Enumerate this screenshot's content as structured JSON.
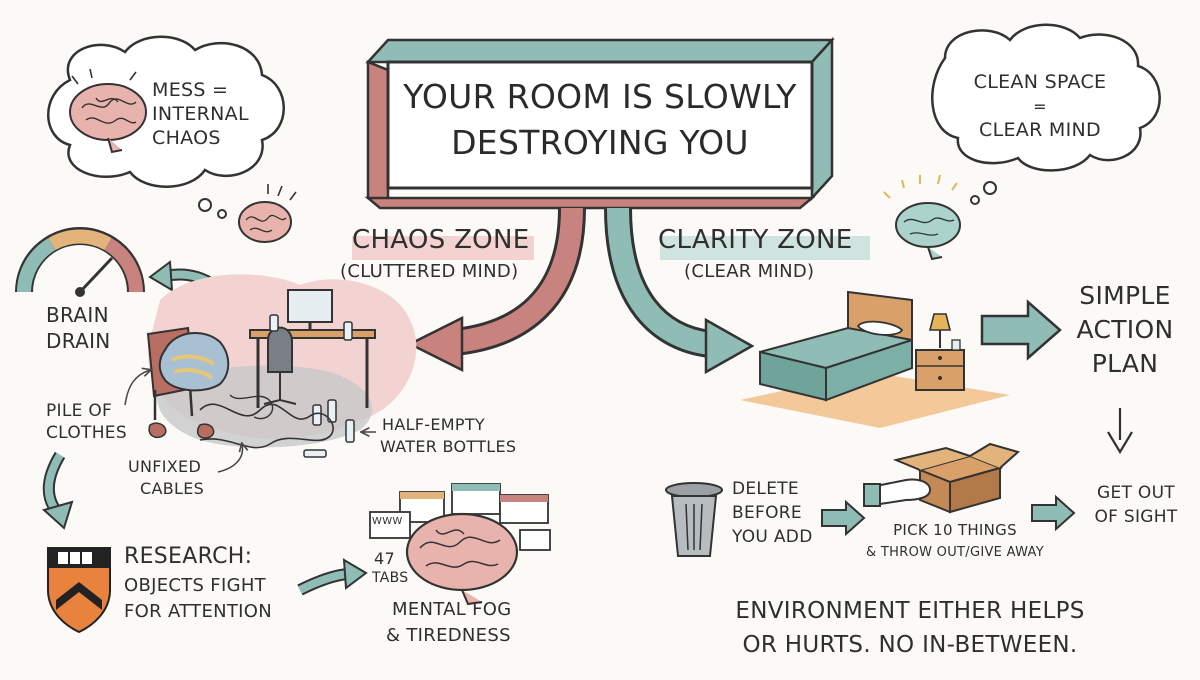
{
  "title": {
    "line1": "YOUR ROOM IS SLOWLY",
    "line2": "DESTROYING YOU"
  },
  "thought_left": {
    "line1": "MESS =",
    "line2": "INTERNAL",
    "line3": "CHAOS"
  },
  "thought_right": {
    "line1": "CLEAN SPACE",
    "line2": "=",
    "line3": "CLEAR MIND"
  },
  "chaos_zone": {
    "heading": "CHAOS ZONE",
    "subheading": "(CLUTTERED MIND)"
  },
  "clarity_zone": {
    "heading": "CLARITY ZONE",
    "subheading": "(CLEAR MIND)"
  },
  "brain_drain": {
    "line1": "BRAIN",
    "line2": "DRAIN"
  },
  "callouts": {
    "pile": [
      "PILE OF",
      "CLOTHES"
    ],
    "bottles": [
      "HALF-EMPTY",
      "WATER BOTTLES"
    ],
    "cables": [
      "UNFIXED",
      "CABLES"
    ]
  },
  "research": {
    "line1": "RESEARCH:",
    "line2": "OBJECTS FIGHT",
    "line3": "FOR ATTENTION"
  },
  "tabs": {
    "count": "47",
    "label": "TABS",
    "www": "WWW"
  },
  "mental_fog": {
    "line1": "MENTAL FOG",
    "line2": "& TIREDNESS"
  },
  "action_plan": {
    "line1": "SIMPLE",
    "line2": "ACTION",
    "line3": "PLAN"
  },
  "steps": {
    "delete": [
      "DELETE",
      "BEFORE",
      "YOU ADD"
    ],
    "pick": [
      "PICK 10 THINGS",
      "& THROW OUT/GIVE AWAY"
    ],
    "out": [
      "GET OUT",
      "OF SIGHT"
    ]
  },
  "conclusion": {
    "line1": "ENVIRONMENT EITHER HELPS",
    "line2": "OR HURTS. NO IN-BETWEEN."
  },
  "colors": {
    "chaos_accent": "#c9837f",
    "clarity_accent": "#8fbdb5",
    "chaos_highlight": "#f2d3d1",
    "floor_rug": "#f4c99a",
    "ink": "#2f2f2f"
  }
}
